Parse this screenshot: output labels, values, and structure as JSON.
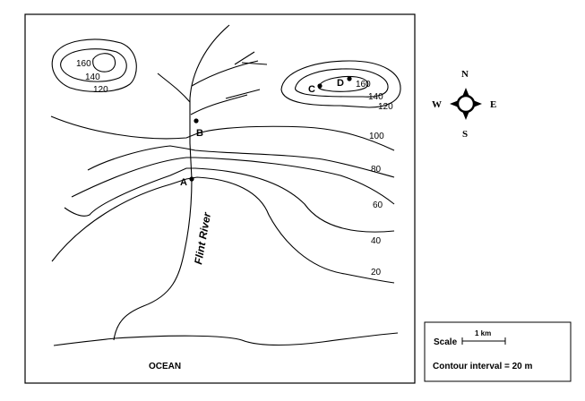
{
  "map": {
    "contour_labels": {
      "l160_left": "160",
      "l140_left": "140",
      "l120_left": "120",
      "l160_right": "160",
      "l140_right": "140",
      "l120_right": "120",
      "l100": "100",
      "l80": "80",
      "l60": "60",
      "l40": "40",
      "l20": "20"
    },
    "points": {
      "a": "A",
      "b": "B",
      "c": "C",
      "d": "D"
    },
    "river_label": "Flint River",
    "ocean_label": "OCEAN"
  },
  "compass": {
    "n": "N",
    "s": "S",
    "e": "E",
    "w": "W"
  },
  "legend": {
    "scale_label": "Scale",
    "scale_distance": "1 km",
    "contour_interval": "Contour interval = 20 m"
  }
}
